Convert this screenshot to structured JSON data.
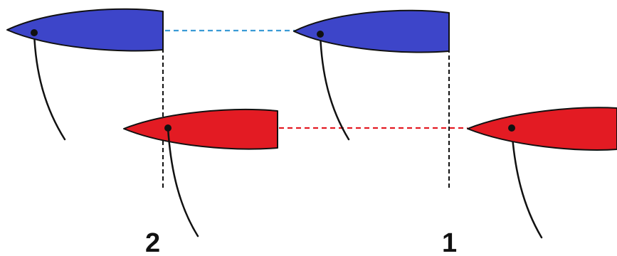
{
  "colors": {
    "blue_boat": "#3d45c9",
    "red_boat": "#e31b23",
    "blue_link": "#3a9bd5",
    "red_link": "#e31b23",
    "lines": "#111111"
  },
  "boats": {
    "blue_position_2": {
      "team": "blue",
      "position": "2"
    },
    "blue_position_1": {
      "team": "blue",
      "position": "1"
    },
    "red_position_2": {
      "team": "red",
      "position": "2"
    },
    "red_position_1": {
      "team": "red",
      "position": "1"
    }
  },
  "labels": {
    "position_2": "2",
    "position_1": "1"
  }
}
